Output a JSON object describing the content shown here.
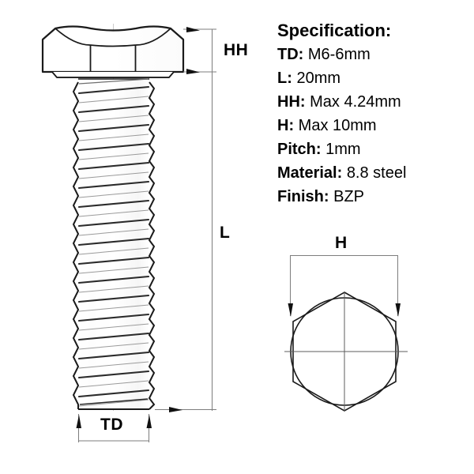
{
  "product": {
    "type": "hex-set-screw-technical-drawing",
    "views": {
      "side": "threaded hex head bolt, side elevation",
      "top": "hexagon head plan view with inscribed circle"
    }
  },
  "specification": {
    "heading": "Specification:",
    "rows": [
      {
        "key": "TD:",
        "value": "M6-6mm"
      },
      {
        "key": "L:",
        "value": "20mm"
      },
      {
        "key": "HH:",
        "value": "Max 4.24mm"
      },
      {
        "key": "H:",
        "value": "Max 10mm"
      },
      {
        "key": "Pitch:",
        "value": "1mm"
      },
      {
        "key": "Material:",
        "value": "8.8 steel"
      },
      {
        "key": "Finish:",
        "value": "BZP"
      }
    ]
  },
  "dimension_labels": {
    "head_height": "HH",
    "length": "L",
    "thread_diameter": "TD",
    "across_flats": "H"
  },
  "colors": {
    "background": "#ffffff",
    "line": "#1a1a1a",
    "dimension_line": "#6e6e6e",
    "text": "#000000",
    "shade_light": "#f2f2f2",
    "shade_mid": "#d8d8d8"
  }
}
